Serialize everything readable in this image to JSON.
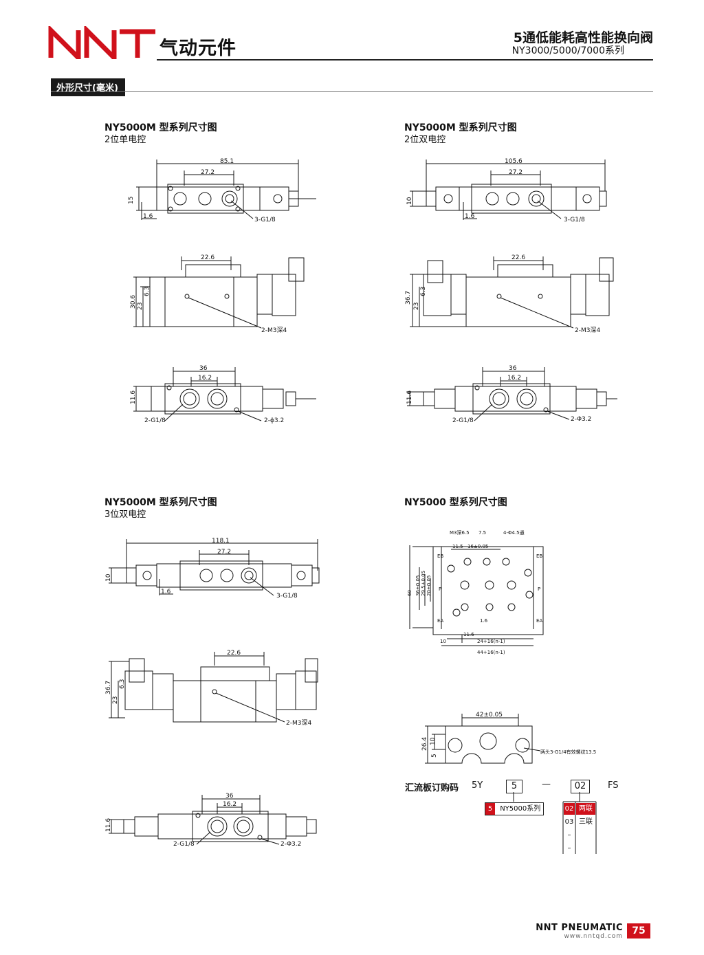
{
  "header": {
    "brand_cn": "气动元件",
    "title_cn": "5通低能耗高性能换向阀",
    "series": "NY3000/5000/7000系列",
    "section": "外形尺寸(毫米)"
  },
  "colors": {
    "brand_red": "#d0111b",
    "ink": "#111111"
  },
  "drawings": {
    "single": {
      "title": "NY5000M 型系列尺寸图",
      "subtitle": "2位单电控",
      "top": {
        "overall": "85.1",
        "pitch": "27.2",
        "height": "15",
        "offset": "1.6",
        "port": "3-G1/8"
      },
      "side": {
        "width": "22.6",
        "h_total": "30.6",
        "h_body": "23",
        "h_mount": "6.3",
        "mount_hole": "2-M3深4"
      },
      "bottom": {
        "span": "36",
        "pitch": "16.2",
        "height": "11.6",
        "ports": "2-G1/8",
        "holes": "2-ϕ3.2"
      }
    },
    "double": {
      "title": "NY5000M 型系列尺寸图",
      "subtitle": "2位双电控",
      "top": {
        "overall": "105.6",
        "pitch": "27.2",
        "height": "10",
        "offset": "1.6",
        "port": "3-G1/8"
      },
      "side": {
        "width": "22.6",
        "h_total": "36.7",
        "h_body": "23",
        "h_mount": "6.3",
        "mount_hole": "2-M3深4"
      },
      "bottom": {
        "span": "36",
        "pitch": "16.2",
        "height": "11.6",
        "ports": "2-G1/8",
        "holes": "2-Φ3.2"
      }
    },
    "three": {
      "title": "NY5000M 型系列尺寸图",
      "subtitle": "3位双电控",
      "top": {
        "overall": "118.1",
        "pitch": "27.2",
        "height": "10",
        "offset": "1.6",
        "port": "3-G1/8"
      },
      "side": {
        "width": "22.6",
        "h_total": "36.7",
        "h_body": "23",
        "h_mount": "6.3",
        "mount_hole": "2-M3深4"
      },
      "bottom": {
        "span": "36",
        "pitch": "16.2",
        "height": "11.6",
        "ports": "2-G1/8",
        "holes": "2-Φ3.2"
      }
    },
    "manifold": {
      "title": "NY5000 型系列尺寸图",
      "plan": {
        "m3": "M3深6.5",
        "m3_depth": "7.5",
        "holes": "4-Φ4.5通",
        "d1": "11.5",
        "d2": "16±0.05",
        "h60": "60",
        "h36": "36±0.05",
        "h29": "29.5±0.05",
        "h20": "20±0.05",
        "d16": "1.6",
        "d116": "11.6",
        "d10": "10",
        "len1": "24+16(n-1)",
        "len2": "44+16(n-1)",
        "eb": "EB",
        "ea": "EA",
        "p": "P"
      },
      "side": {
        "pitch": "42±0.05",
        "h264": "26.4",
        "h10": "10",
        "h5": "5",
        "ports": "两头3-G1/4有效螺纹13.5"
      }
    }
  },
  "order": {
    "label": "汇流板订购码",
    "prefix": "5Y",
    "code1": "5",
    "dash": "—",
    "code2": "02",
    "suffix": "FS",
    "series_option": {
      "code": "5",
      "name": "NY5000系列"
    },
    "count_options": [
      {
        "code": "02",
        "name": "两联"
      },
      {
        "code": "03",
        "name": "三联"
      },
      {
        "code": "–",
        "name": ""
      },
      {
        "code": "–",
        "name": ""
      }
    ]
  },
  "footer": {
    "brand": "NNT PNEUMATIC",
    "url": "www.nntqd.com",
    "page": "75"
  }
}
